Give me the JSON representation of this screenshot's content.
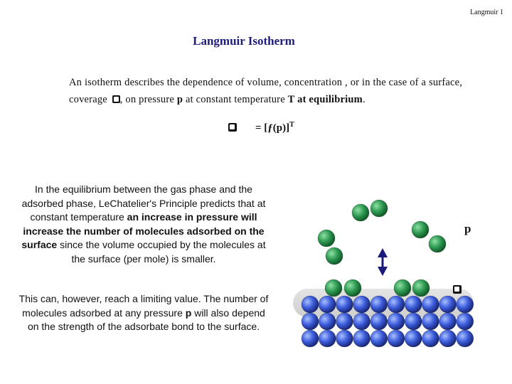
{
  "slide_label": "Langmuir 1",
  "title": "Langmuir Isotherm",
  "intro": {
    "part1": "An isotherm describes the dependence of volume, concentration , or in the case of a surface, coverage ",
    "part2": ", on pressure ",
    "p": "p",
    "part3": " at constant temperature ",
    "T": "T",
    "part4": " at equilibrium",
    "part5": "."
  },
  "formula": {
    "equals": "= [",
    "f": "ƒ",
    "arg": "(p)]",
    "exp": "T"
  },
  "para1": {
    "text1": "In the equilibrium between the gas phase and the adsorbed phase, LeChatelier's Principle predicts that at constant temperature ",
    "bold1": "an increase in pressure will increase the number of molecules adsorbed on the surface",
    "text2": " since the volume occupied by the molecules at the surface (per mole) is smaller."
  },
  "para2": {
    "text1": "This can, however,  reach a limiting value. The number of molecules adsorbed at any pressure ",
    "p": "p",
    "text2": " will also depend on the strength of the adsorbate bond to the surface."
  },
  "diagram": {
    "p_label": "p",
    "gas_color": "#2e9a52",
    "surface_color": "#3b5bdb",
    "arrow_color": "#1a1a7a"
  }
}
